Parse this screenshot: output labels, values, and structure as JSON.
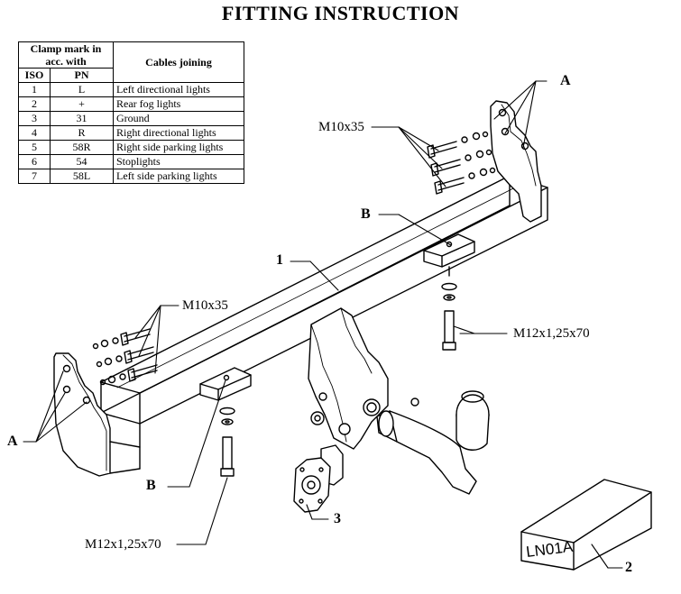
{
  "title": "FITTING INSTRUCTION",
  "table": {
    "header_clamp": "Clamp mark in acc. with",
    "header_cables": "Cables joining",
    "header_iso": "ISO",
    "header_pn": "PN",
    "rows": [
      {
        "iso": "1",
        "pn": "L",
        "cable": "Left directional lights"
      },
      {
        "iso": "2",
        "pn": "+",
        "cable": "Rear fog lights"
      },
      {
        "iso": "3",
        "pn": "31",
        "cable": "Ground"
      },
      {
        "iso": "4",
        "pn": "R",
        "cable": "Right directional lights"
      },
      {
        "iso": "5",
        "pn": "58R",
        "cable": "Right side parking lights"
      },
      {
        "iso": "6",
        "pn": "54",
        "cable": "Stoplights"
      },
      {
        "iso": "7",
        "pn": "58L",
        "cable": "Left side parking lights"
      }
    ]
  },
  "labels": {
    "a_top": "A",
    "a_left": "A",
    "bolt_top": "M10x35",
    "bolt_left": "M10x35",
    "b_top": "B",
    "b_bottom": "B",
    "part1": "1",
    "part2": "2",
    "part3": "3",
    "bolt_m12_right": "M12x1,25x70",
    "bolt_m12_left": "M12x1,25x70",
    "box_code": "LN01A"
  }
}
